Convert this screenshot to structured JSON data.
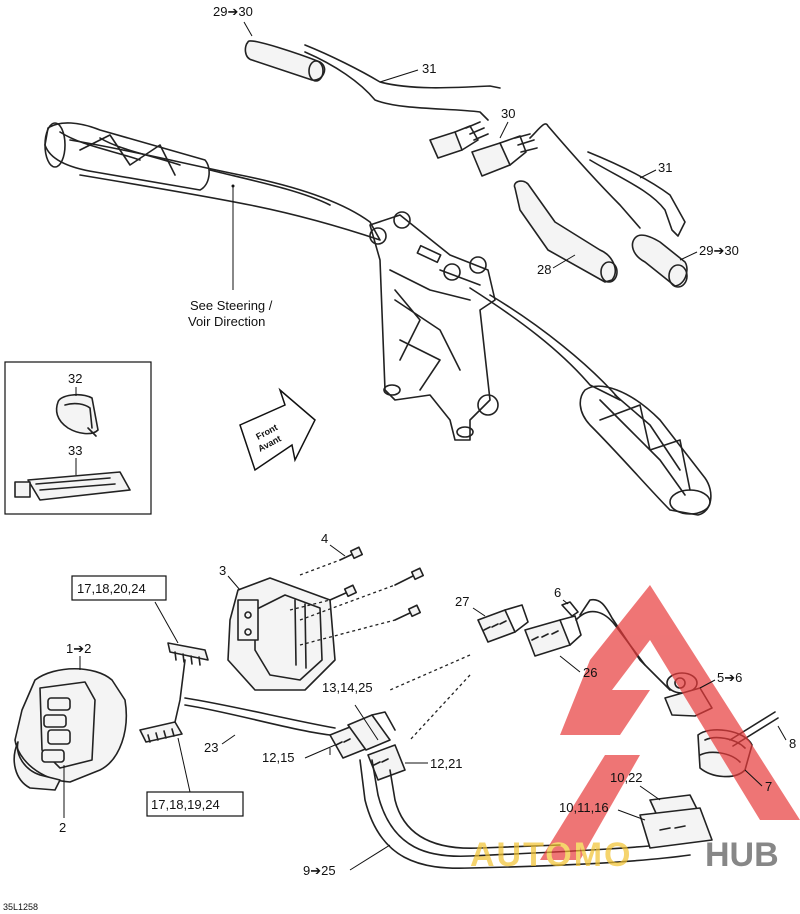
{
  "callouts": {
    "c29_30_top": "29➔30",
    "c31_top": "31",
    "c30": "30",
    "c31_right": "31",
    "c29_30_right": "29➔30",
    "c28": "28",
    "see_steering_1": "See Steering /",
    "see_steering_2": "Voir Direction",
    "c32": "32",
    "c33": "33",
    "front_1": "Front",
    "front_2": "Avant",
    "c4": "4",
    "c3": "3",
    "box_top": "17,18,20,24",
    "c6": "6",
    "c27": "27",
    "c1_2": "1➔2",
    "c26": "26",
    "c13_14_25": "13,14,25",
    "c5_6": "5➔6",
    "c12_15": "12,15",
    "c12_21": "12,21",
    "c23": "23",
    "c8": "8",
    "c7": "7",
    "c10_22": "10,22",
    "c10_11_16": "10,11,16",
    "box_bottom": "17,18,19,24",
    "c2": "2",
    "c9_25": "9➔25",
    "ref_code": "35L1258"
  },
  "watermark": {
    "text_auto": "AUTOMO",
    "text_hub": "HUB",
    "colors": {
      "red": "#e83b3b",
      "gold": "#f2c230"
    }
  }
}
